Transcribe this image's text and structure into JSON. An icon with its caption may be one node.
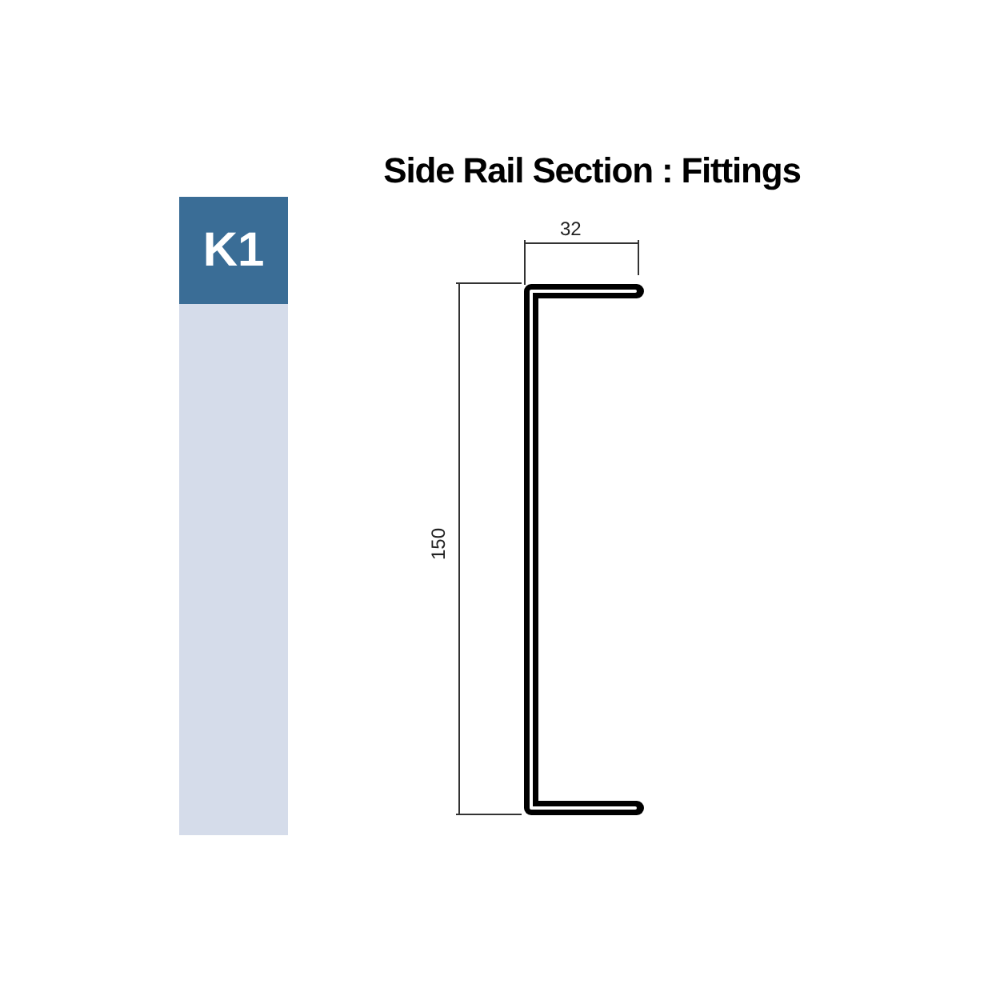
{
  "diagram": {
    "title": "Side Rail Section : Fittings",
    "nodes": [
      {
        "text": [
          "K1"
        ]
      }
    ],
    "edges": [],
    "labels": [
      "32",
      "150"
    ]
  }
}
